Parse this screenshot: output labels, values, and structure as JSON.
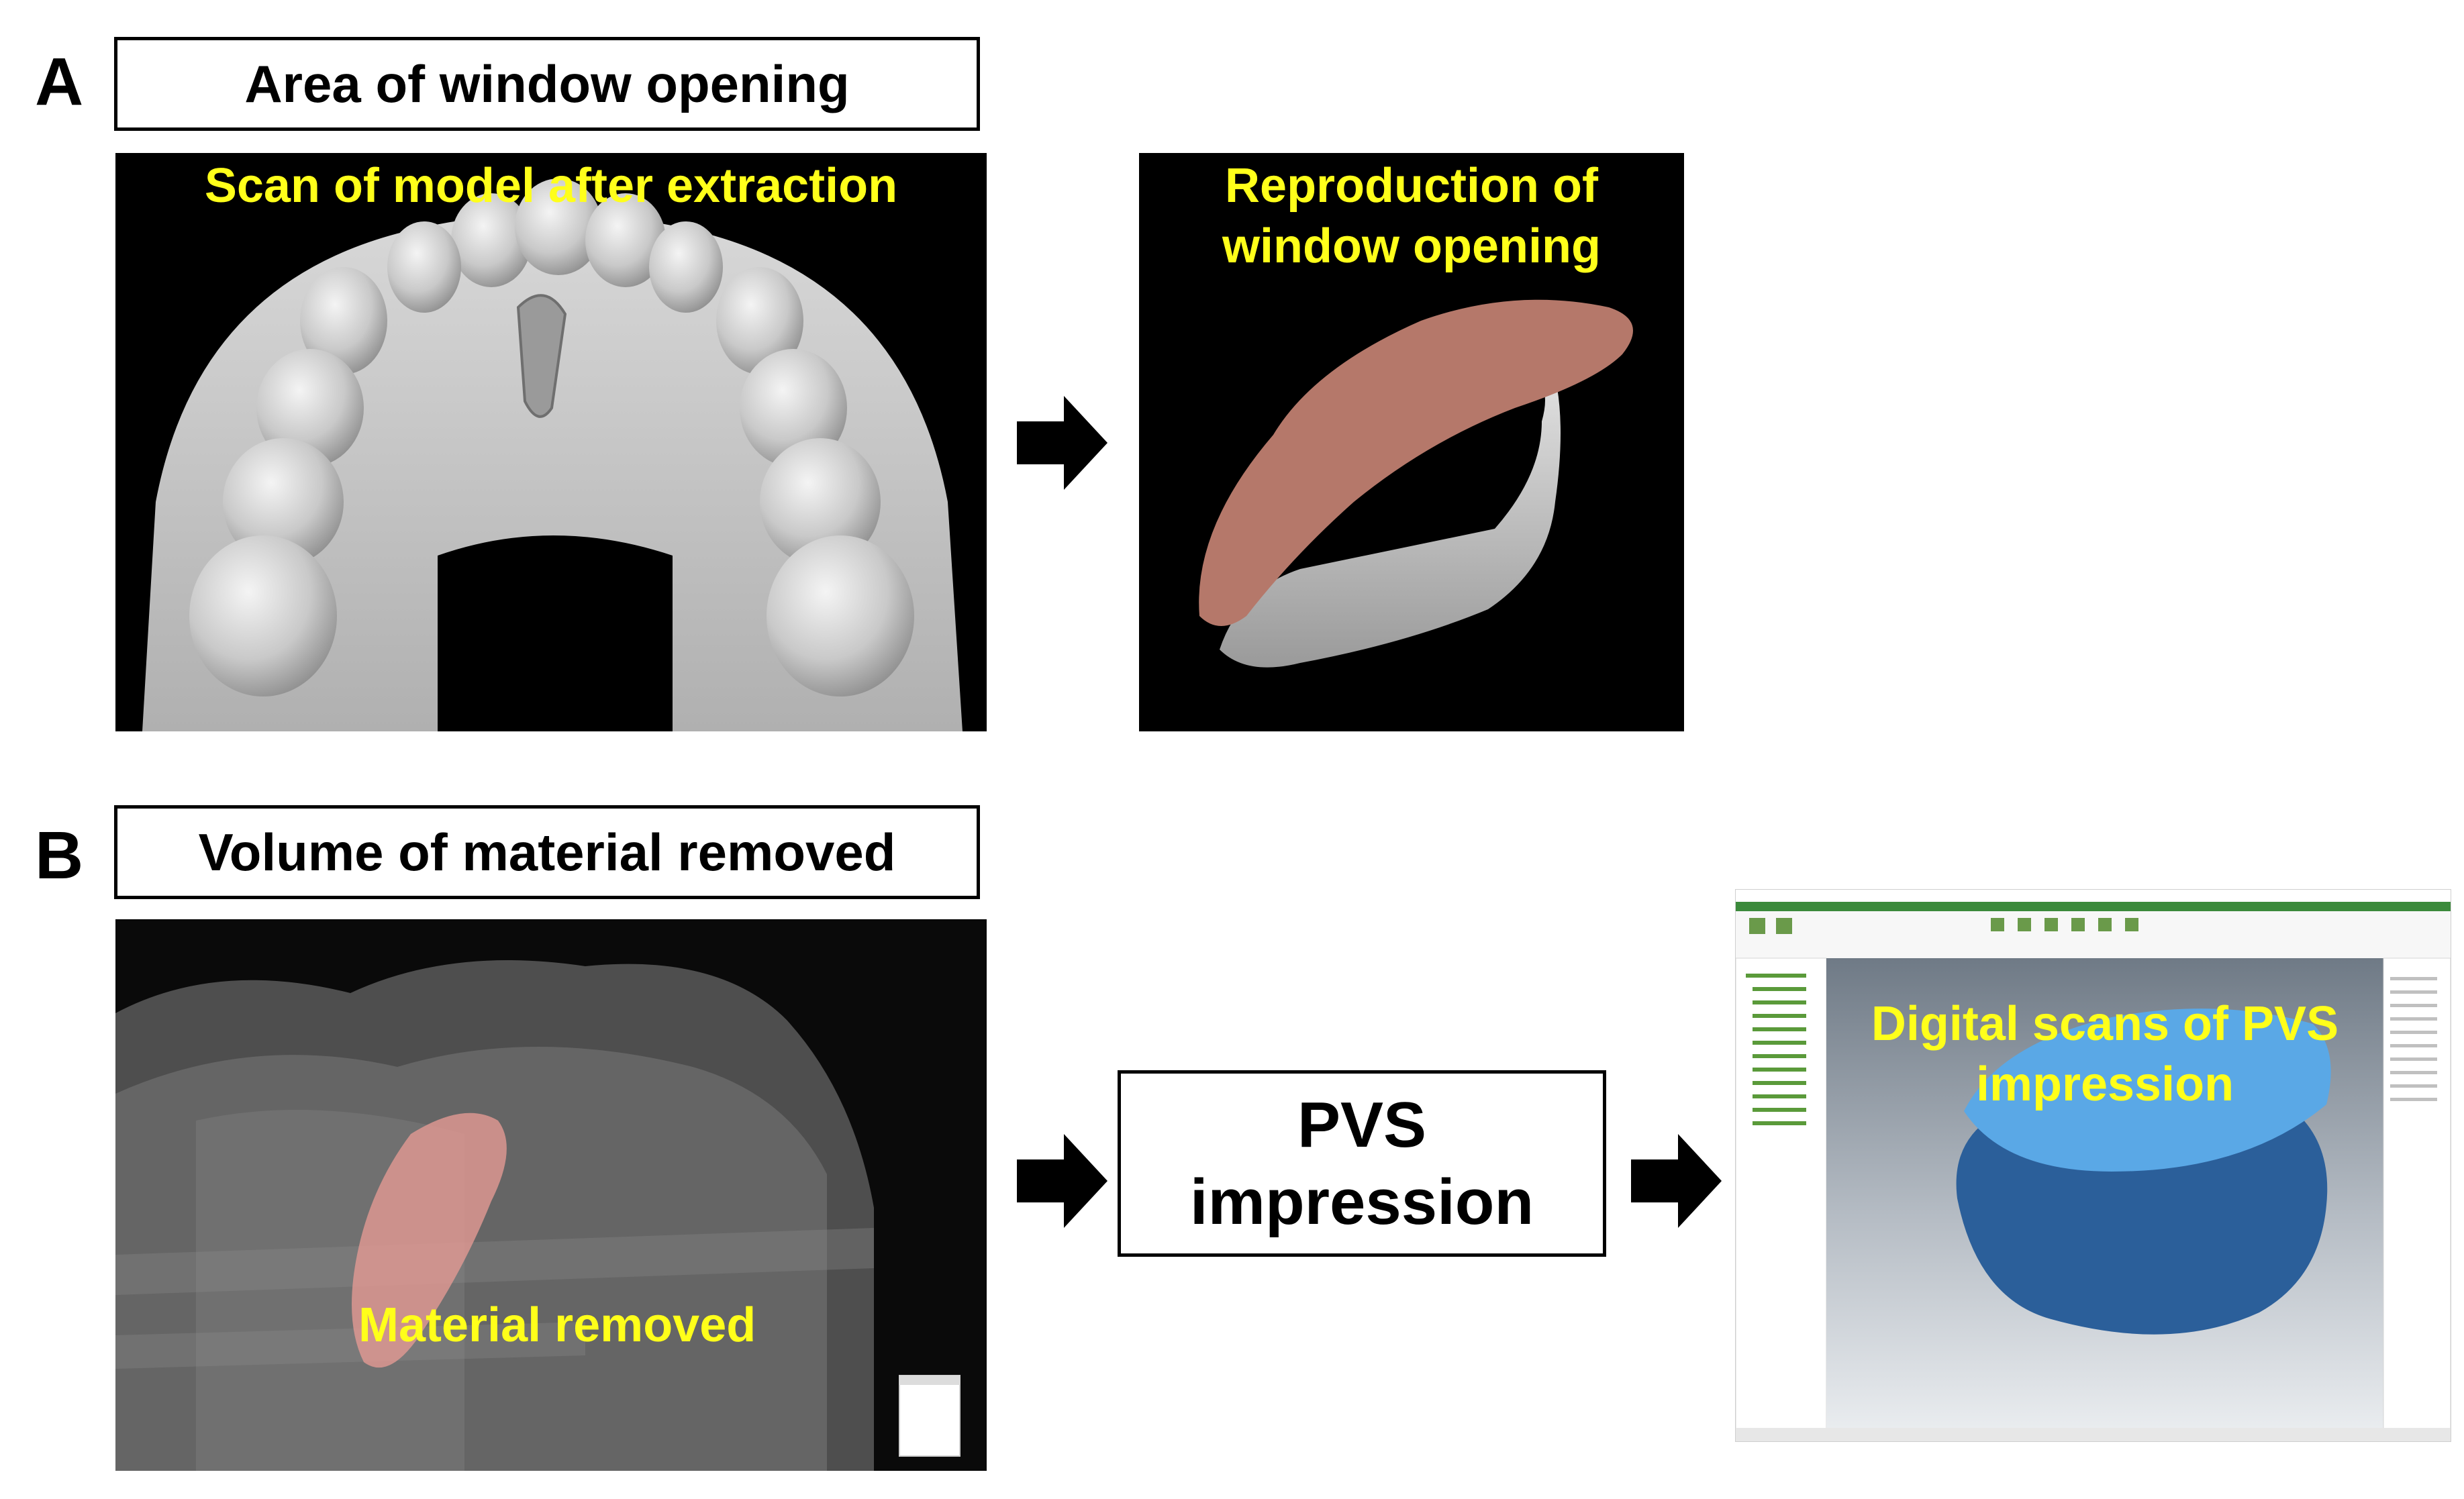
{
  "panelA": {
    "letter": "A",
    "title": "Area of window opening",
    "left_caption": "Scan of model after extraction",
    "right_caption_line1": "Reproduction of",
    "right_caption_line2": "window opening"
  },
  "panelB": {
    "letter": "B",
    "title": "Volume of material removed",
    "left_caption": "Material removed",
    "box_line1": "PVS",
    "box_line2": "impression",
    "right_caption_line1": "Digital scans of PVS",
    "right_caption_line2": "impression"
  },
  "colors": {
    "caption_yellow": "#ffff1a",
    "window_brown": "#b5786a",
    "scan_blue_light": "#5aa8e6",
    "scan_blue_dark": "#2b5f9a"
  }
}
